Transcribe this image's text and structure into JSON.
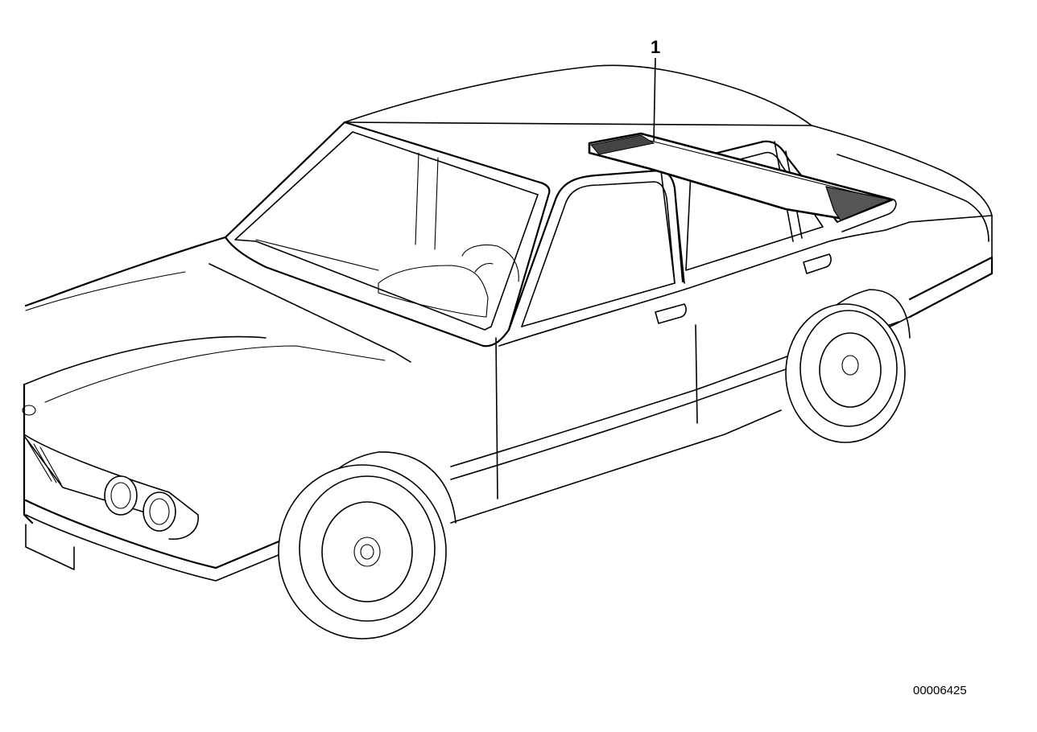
{
  "diagram": {
    "callouts": [
      {
        "label": "1",
        "part": "sunroof-seal"
      }
    ],
    "diagram_number": "00006425",
    "line_color": "#000000",
    "background": "#ffffff"
  }
}
